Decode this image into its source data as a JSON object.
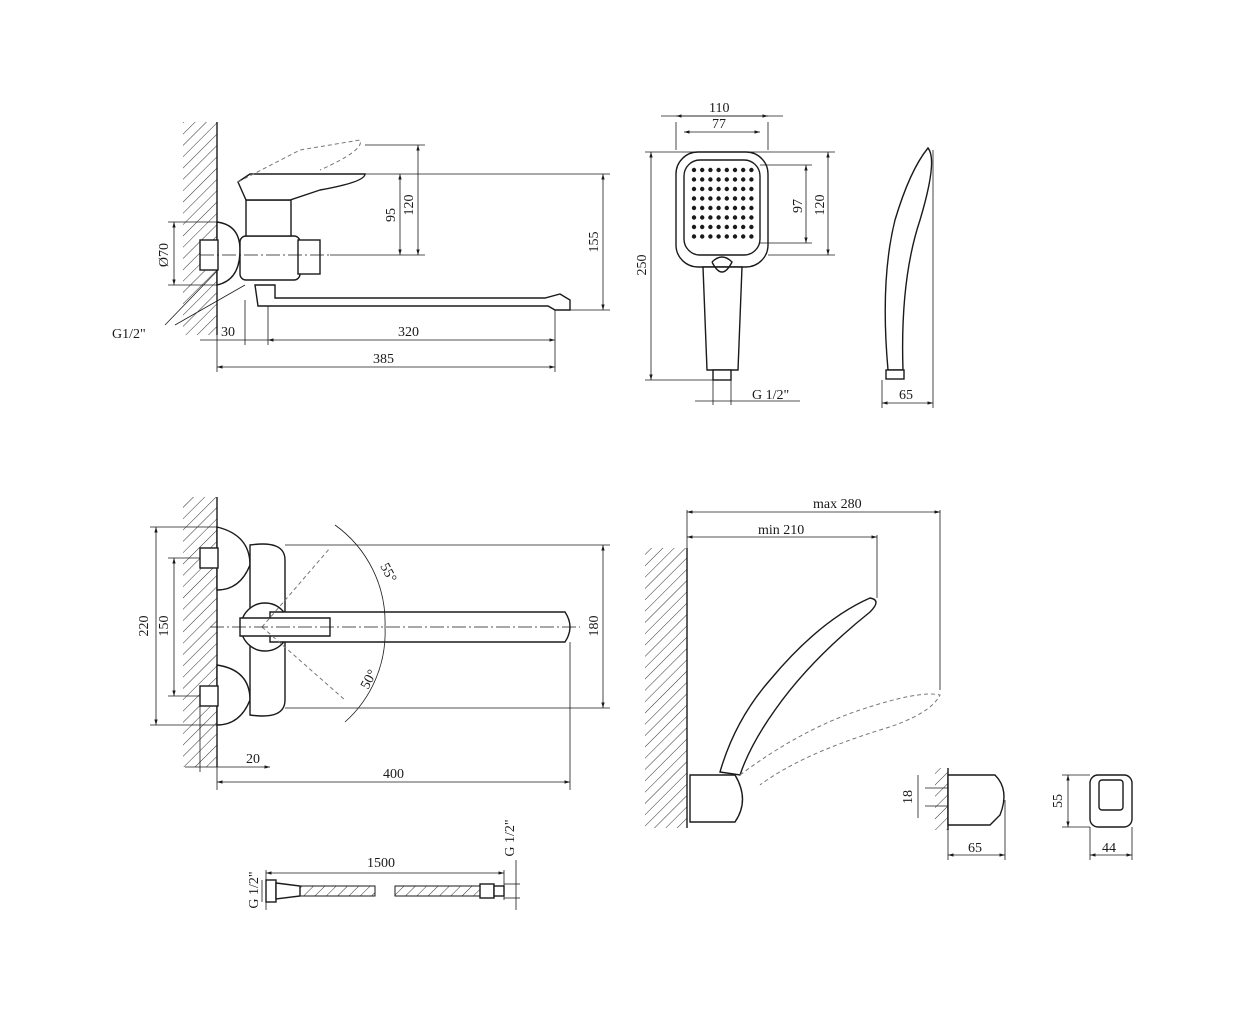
{
  "title": "Bath mixer with long spout and hand shower – dimension drawing",
  "side_view": {
    "h120": "120",
    "h95": "95",
    "h155": "155",
    "d70": "Ø70",
    "thread": "G1/2\"",
    "w30": "30",
    "w320": "320",
    "w385": "385"
  },
  "hand_shower": {
    "w110": "110",
    "w77": "77",
    "h97": "97",
    "h120": "120",
    "h250": "250",
    "thread": "G 1/2\"",
    "depth65": "65"
  },
  "top_view": {
    "a55": "55°",
    "a50": "50°",
    "h220": "220",
    "h150": "150",
    "h180": "180",
    "w20": "20",
    "w400": "400"
  },
  "hose": {
    "length": "1500",
    "thread_left": "G 1/2\"",
    "thread_right": "G 1/2\""
  },
  "holder": {
    "max": "max 280",
    "min": "min 210",
    "h18": "18",
    "w65": "65",
    "h55": "55",
    "w44": "44"
  },
  "colors": {
    "line": "#1a1a1a",
    "background": "#ffffff"
  }
}
